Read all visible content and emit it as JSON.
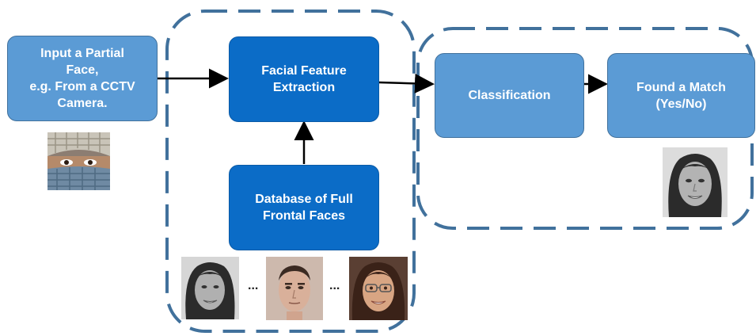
{
  "nodes": {
    "input": "Input a Partial\nFace,\ne.g. From a CCTV\nCamera.",
    "extraction": "Facial Feature\nExtraction",
    "database": "Database of Full\nFrontal Faces",
    "classification": "Classification",
    "match": "Found a Match\n(Yes/No)"
  },
  "ellipsis": [
    "...",
    "..."
  ],
  "colors": {
    "light_box": "#5b9bd5",
    "dark_box": "#0b6cc7",
    "dashed_border": "#41719c",
    "arrow": "#000000"
  }
}
